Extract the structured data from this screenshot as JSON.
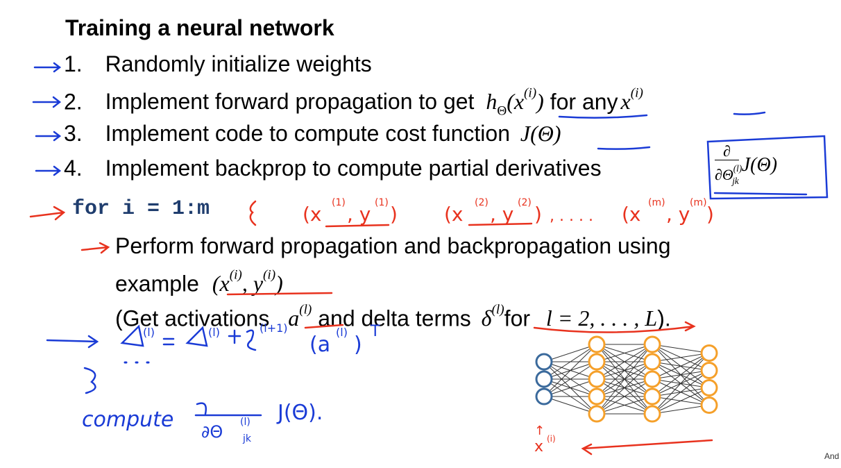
{
  "title": "Training a neural network",
  "steps": [
    {
      "num": "1.",
      "text": "Randomly initialize weights"
    },
    {
      "num": "2.",
      "text_a": "Implement forward propagation to get",
      "hx": "h",
      "hsub": "Θ",
      "xarg": "(x",
      "isup": "(i)",
      "close": ")",
      "text_b": "for any",
      "x2": "x",
      "x2sup": "(i)"
    },
    {
      "num": "3.",
      "text": "Implement code to compute cost function",
      "J": "J(Θ)"
    },
    {
      "num": "4.",
      "text": "Implement backprop to compute partial derivatives",
      "frac_num": "∂",
      "frac_den": "∂Θ",
      "den_sup": "(l)",
      "den_sub": "jk",
      "J": "J(Θ)"
    }
  ],
  "for_loop": "for i = 1:m",
  "body": {
    "line1": "Perform forward propagation and backpropagation using",
    "line2_text": "example",
    "line2_math": "(x",
    "line2_sup1": "(i)",
    "line2_mid": ", y",
    "line2_sup2": "(i)",
    "line2_close": ")",
    "line3_a": "(Get activations",
    "line3_a_math": "a",
    "line3_a_sup": "(l)",
    "line3_b": "and delta terms",
    "line3_delta": "δ",
    "line3_delta_sup": "(l)",
    "line3_c": "for",
    "line3_math": "l = 2, . . . , L",
    "line3_end": ")."
  },
  "footer": "And",
  "colors": {
    "ink_blue": "#1a3bd6",
    "ink_red": "#e8321e",
    "code_blue": "#1f3d6e",
    "node_blue": "#3b6a9c",
    "node_orange": "#f5a02a"
  }
}
